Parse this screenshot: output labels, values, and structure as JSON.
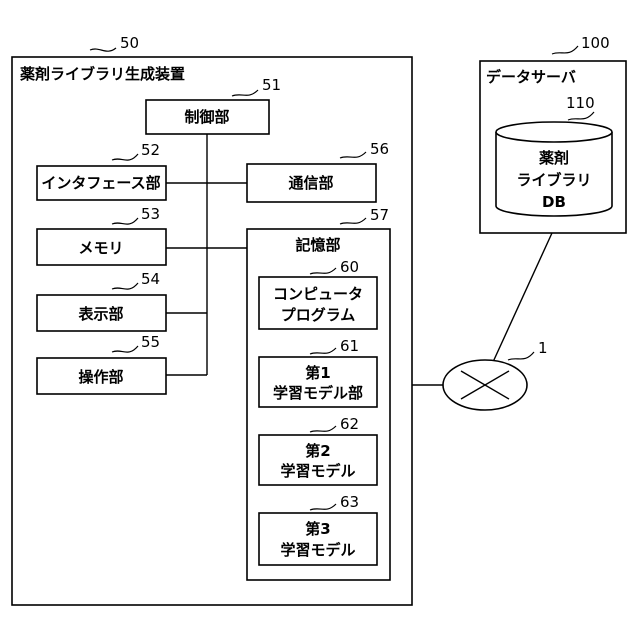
{
  "device": {
    "title": "薬剤ライブラリ生成装置",
    "ref": "50",
    "control": {
      "label": "制御部",
      "ref": "51"
    },
    "interface": {
      "label": "インタフェース部",
      "ref": "52"
    },
    "memory": {
      "label": "メモリ",
      "ref": "53"
    },
    "display": {
      "label": "表示部",
      "ref": "54"
    },
    "operation": {
      "label": "操作部",
      "ref": "55"
    },
    "communication": {
      "label": "通信部",
      "ref": "56"
    },
    "storage": {
      "label": "記憶部",
      "ref": "57",
      "program": {
        "line1": "コンピュータ",
        "line2": "プログラム",
        "ref": "60"
      },
      "model1": {
        "line1": "第1",
        "line2": "学習モデル部",
        "ref": "61"
      },
      "model2": {
        "line1": "第2",
        "line2": "学習モデル",
        "ref": "62"
      },
      "model3": {
        "line1": "第3",
        "line2": "学習モデル",
        "ref": "63"
      }
    }
  },
  "server": {
    "title": "データサーバ",
    "ref": "100",
    "db": {
      "line1": "薬剤",
      "line2": "ライブラリ",
      "line3": "DB",
      "ref": "110"
    }
  },
  "network": {
    "ref": "1"
  }
}
